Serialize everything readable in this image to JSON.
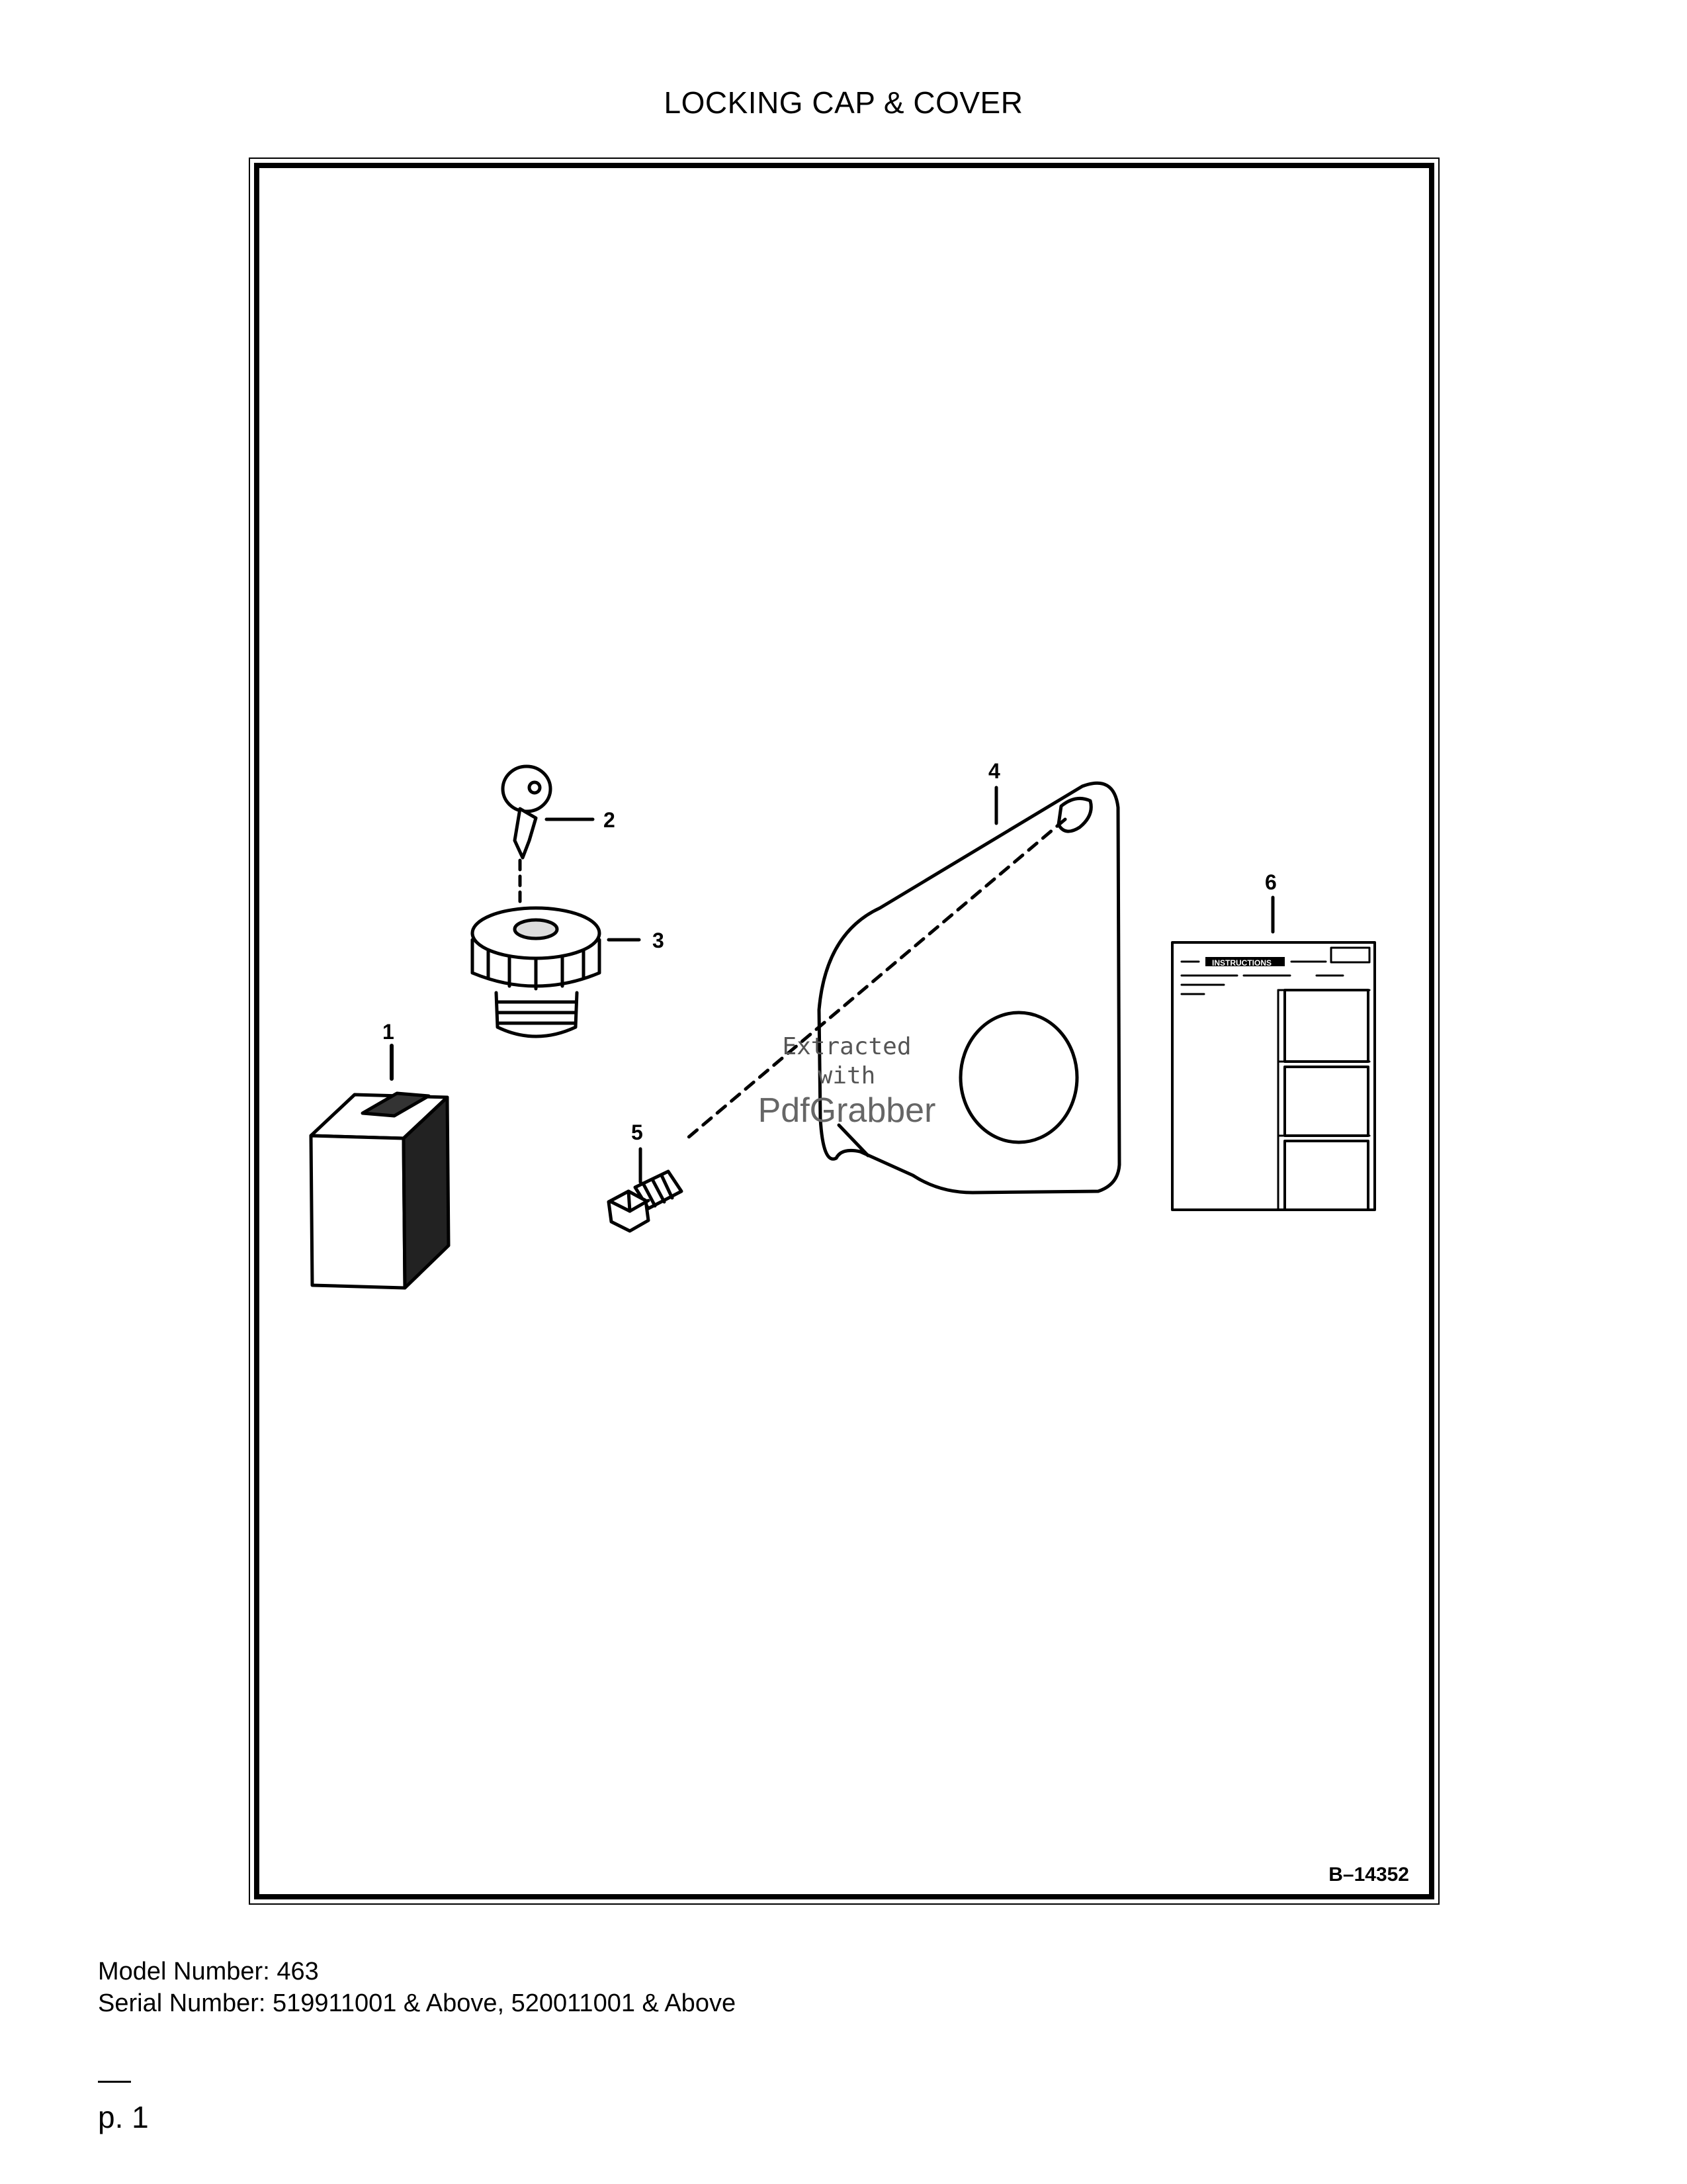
{
  "page": {
    "title": "LOCKING CAP & COVER",
    "drawing_id": "B–14352",
    "model_line": "Model Number: 463",
    "serial_line": "Serial Number: 519911001 & Above, 520011001 & Above",
    "page_number": "p. 1"
  },
  "callouts": [
    "1",
    "2",
    "3",
    "4",
    "5",
    "6"
  ],
  "label_text": {
    "heading": "INSTRUCTIONS"
  },
  "watermark": {
    "line1": "Extracted",
    "line2": "with",
    "line3": "PdfGrabber"
  }
}
